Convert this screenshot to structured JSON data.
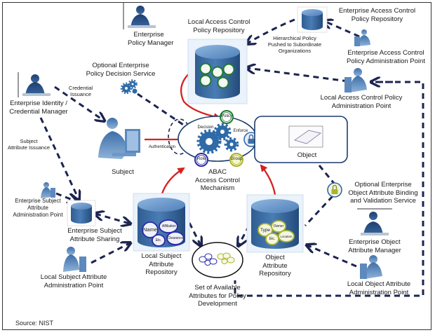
{
  "title": "ABAC Access Control Mechanism",
  "colors": {
    "dashed_arrow": "#1c2450",
    "red_arrow": "#d62020",
    "cylinder": "#3f6fa6",
    "cylinder_top": "#6f9dd0",
    "policy_bubble": "#1e7a33",
    "subject_bubble": "#2a2aa8",
    "object_bubble": "#a9b42a",
    "mechanism_border": "#1b3c6e"
  },
  "nodes": {
    "enterprise_policy_manager": {
      "label": "Enterprise\nPolicy  Manager",
      "icon": "person-at-desk-icon"
    },
    "local_policy_repository": {
      "label": "Local Access Control\nPolicy Repository",
      "icon": "database-icon"
    },
    "enterprise_policy_repository": {
      "label": "Enterprise Access Control\nPolicy Repository",
      "icon": "database-icon"
    },
    "hierarchical_policy": {
      "label": "Hierarchical Policy\nPushed to Subordinate\nOrganizations"
    },
    "enterprise_pap": {
      "label": "Enterprise Access Control\nPolicy Administration Point",
      "icon": "person-computer-icon"
    },
    "optional_pds": {
      "label": "Optional Enterprise\nPolicy Decision Service",
      "icon": "gears-icon"
    },
    "local_pap": {
      "label": "Local Access Control Policy\nAdministration Point",
      "icon": "person-computer-icon"
    },
    "identity_manager": {
      "label": "Enterprise Identity /\nCredential Manager",
      "icon": "person-at-desk-icon"
    },
    "credential_issuance": {
      "label": "Credential\nIssuance"
    },
    "subject_attribute_issuance": {
      "label": "Subject\nAttribute Issuance"
    },
    "subject": {
      "label": "Subject",
      "icon": "person-computer-icon"
    },
    "authentication": {
      "label": "Authentication"
    },
    "mechanism": {
      "label": "ABAC\nAccess Control\nMechanism",
      "decision": "Decision",
      "enforce": "Enforce",
      "bubbles": [
        "Policy",
        "Role",
        "Group"
      ]
    },
    "object": {
      "label": "Object",
      "icon": "document-icon"
    },
    "optional_binding": {
      "label": "Optional Enterprise\nObject Attribute Binding\nand Validation Service",
      "icon": "lock-icon"
    },
    "enterprise_subject_admin": {
      "label": "Enterprise Subject\nAttribute\nAdministration Point",
      "icon": "person-computer-icon"
    },
    "enterprise_subject_sharing": {
      "label": "Enterprise Subject\nAttribute Sharing",
      "icon": "database-icon"
    },
    "local_subject_repository": {
      "label": "Local Subject\nAttribute\nRepository",
      "attributes": [
        "Name",
        "Affiliation",
        "Etc.",
        "Clearance"
      ]
    },
    "object_attribute_repository": {
      "label": "Object\nAttribute\nRepository",
      "attributes": [
        "Type",
        "Owner",
        "Etc.",
        "Location"
      ]
    },
    "enterprise_object_manager": {
      "label": "Enterprise Object\nAttribute Manager",
      "icon": "person-at-desk-icon"
    },
    "local_subject_admin": {
      "label": "Local Subject Attribute\nAdministration Point",
      "icon": "person-computer-icon"
    },
    "available_attributes": {
      "label": "Set of Available\nAttributes for Policy\nDevelopment"
    },
    "local_object_admin": {
      "label": "Local Object Attribute\nAdministration Point",
      "icon": "person-computer-icon"
    }
  },
  "source": "Source: NIST"
}
